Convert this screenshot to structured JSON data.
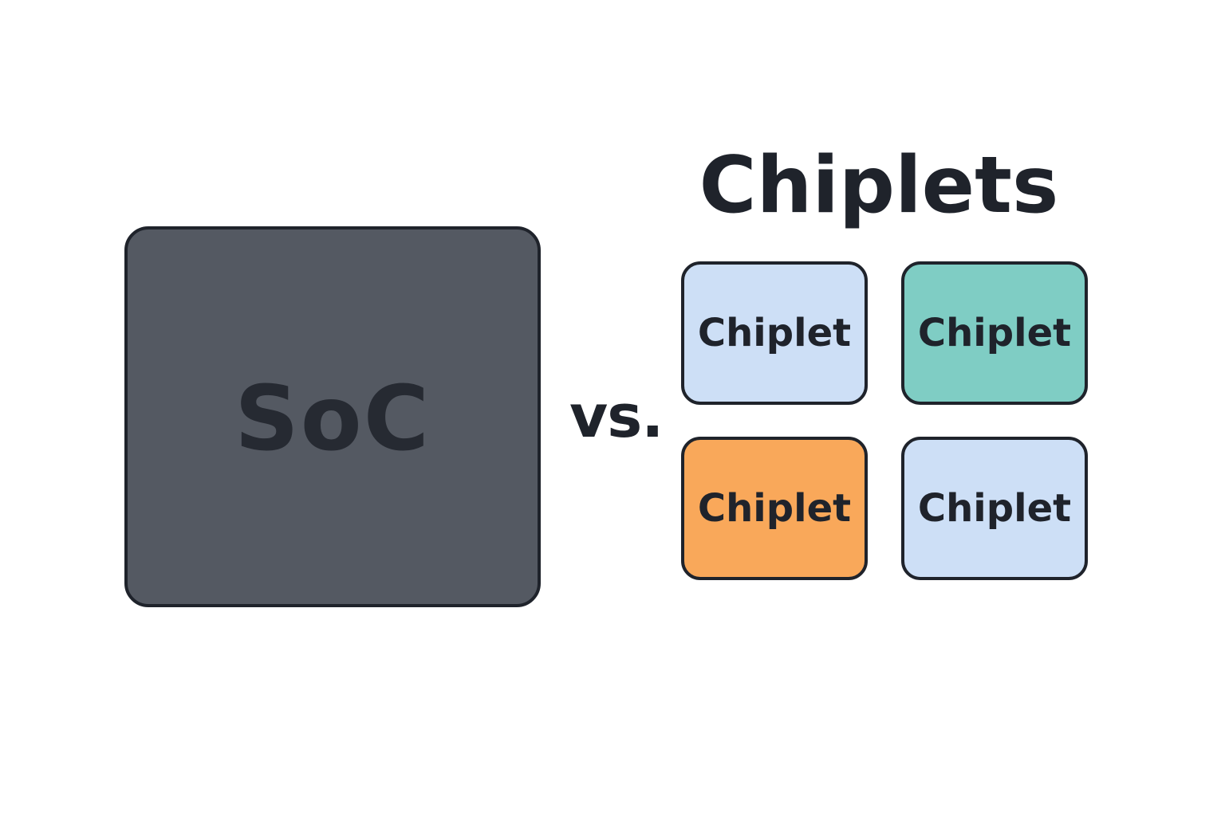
{
  "colors": {
    "soc_fill": "#545962",
    "outline": "#1f232b",
    "chiplet_blue": "#cddff6",
    "chiplet_teal": "#7fcdc4",
    "chiplet_orange": "#f9a85a"
  },
  "soc": {
    "label": "SoC"
  },
  "separator": {
    "label": "vs."
  },
  "chiplets": {
    "title": "Chiplets",
    "items": [
      {
        "label": "Chiplet",
        "color": "#cddff6"
      },
      {
        "label": "Chiplet",
        "color": "#7fcdc4"
      },
      {
        "label": "Chiplet",
        "color": "#f9a85a"
      },
      {
        "label": "Chiplet",
        "color": "#cddff6"
      }
    ]
  }
}
